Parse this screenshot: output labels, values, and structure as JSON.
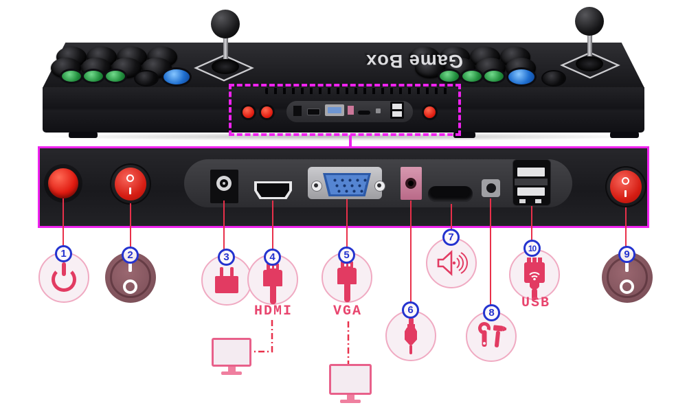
{
  "logo": {
    "text": "Game Box"
  },
  "labels": {
    "hdmi": "HDMI",
    "vga": "VGA",
    "usb": "USB"
  },
  "callouts": {
    "c1": {
      "num": "1",
      "icon": "power-icon"
    },
    "c2": {
      "num": "2",
      "icon": "rocker-switch-icon"
    },
    "c3": {
      "num": "3",
      "icon": "power-plug-icon"
    },
    "c4": {
      "num": "4",
      "icon": "hdmi-cable-icon",
      "label": "HDMI"
    },
    "c5": {
      "num": "5",
      "icon": "vga-cable-icon",
      "label": "VGA"
    },
    "c6": {
      "num": "6",
      "icon": "audio-plug-icon"
    },
    "c7": {
      "num": "7",
      "icon": "speaker-icon"
    },
    "c8": {
      "num": "8",
      "icon": "tools-icon"
    },
    "c9": {
      "num": "9",
      "icon": "rocker-switch-icon"
    },
    "c10": {
      "num": "10",
      "icon": "usb-plug-icon",
      "label": "USB"
    }
  },
  "colors": {
    "highlight_magenta": "#ee22ee",
    "callout_line_red": "#e8304a",
    "number_blue": "#2433cf",
    "icon_crimson": "#e23b62",
    "icon_circle_fill": "#f8eff4",
    "icon_circle_border": "#f0aac2",
    "rocker_icon_mauve": "#7e515a",
    "panel_black": "#1b1b1f",
    "vga_blue": "#5585d2",
    "audio_jack_pink": "#c97d99"
  }
}
